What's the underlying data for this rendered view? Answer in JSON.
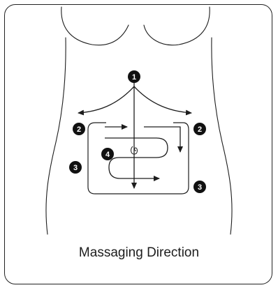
{
  "caption": "Massaging Direction",
  "colors": {
    "ink": "#1d1d1d",
    "badge_fill": "#111111",
    "badge_text": "#ffffff",
    "background": "#ffffff"
  },
  "markers": {
    "step1": "1",
    "step2": "2",
    "step3": "3",
    "step4": "4"
  },
  "icons": {
    "navel": "navel-icon"
  }
}
